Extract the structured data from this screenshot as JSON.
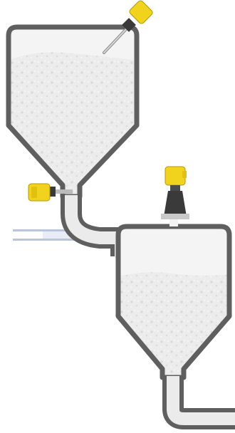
{
  "diagram": {
    "colors": {
      "vessel_wall": "#5f5f5f",
      "vessel_interior": "#f2f2f2",
      "bulk_solid": "#e9e9e9",
      "bulk_speckle": "#d6d6d6",
      "sensor_housing": "#f1d21c",
      "sensor_dark": "#3a3a3a",
      "sensor_metal": "#cfcfcf",
      "feed_pipe": "#b9c4dd"
    },
    "components": [
      "upper-silo",
      "lower-silo",
      "transfer-pipe",
      "feed-pipe",
      "vibrating-level-switch-top",
      "vibrating-level-switch-outlet",
      "radar-level-sensor"
    ],
    "icons": [
      "level-switch-icon",
      "radar-sensor-icon"
    ]
  }
}
